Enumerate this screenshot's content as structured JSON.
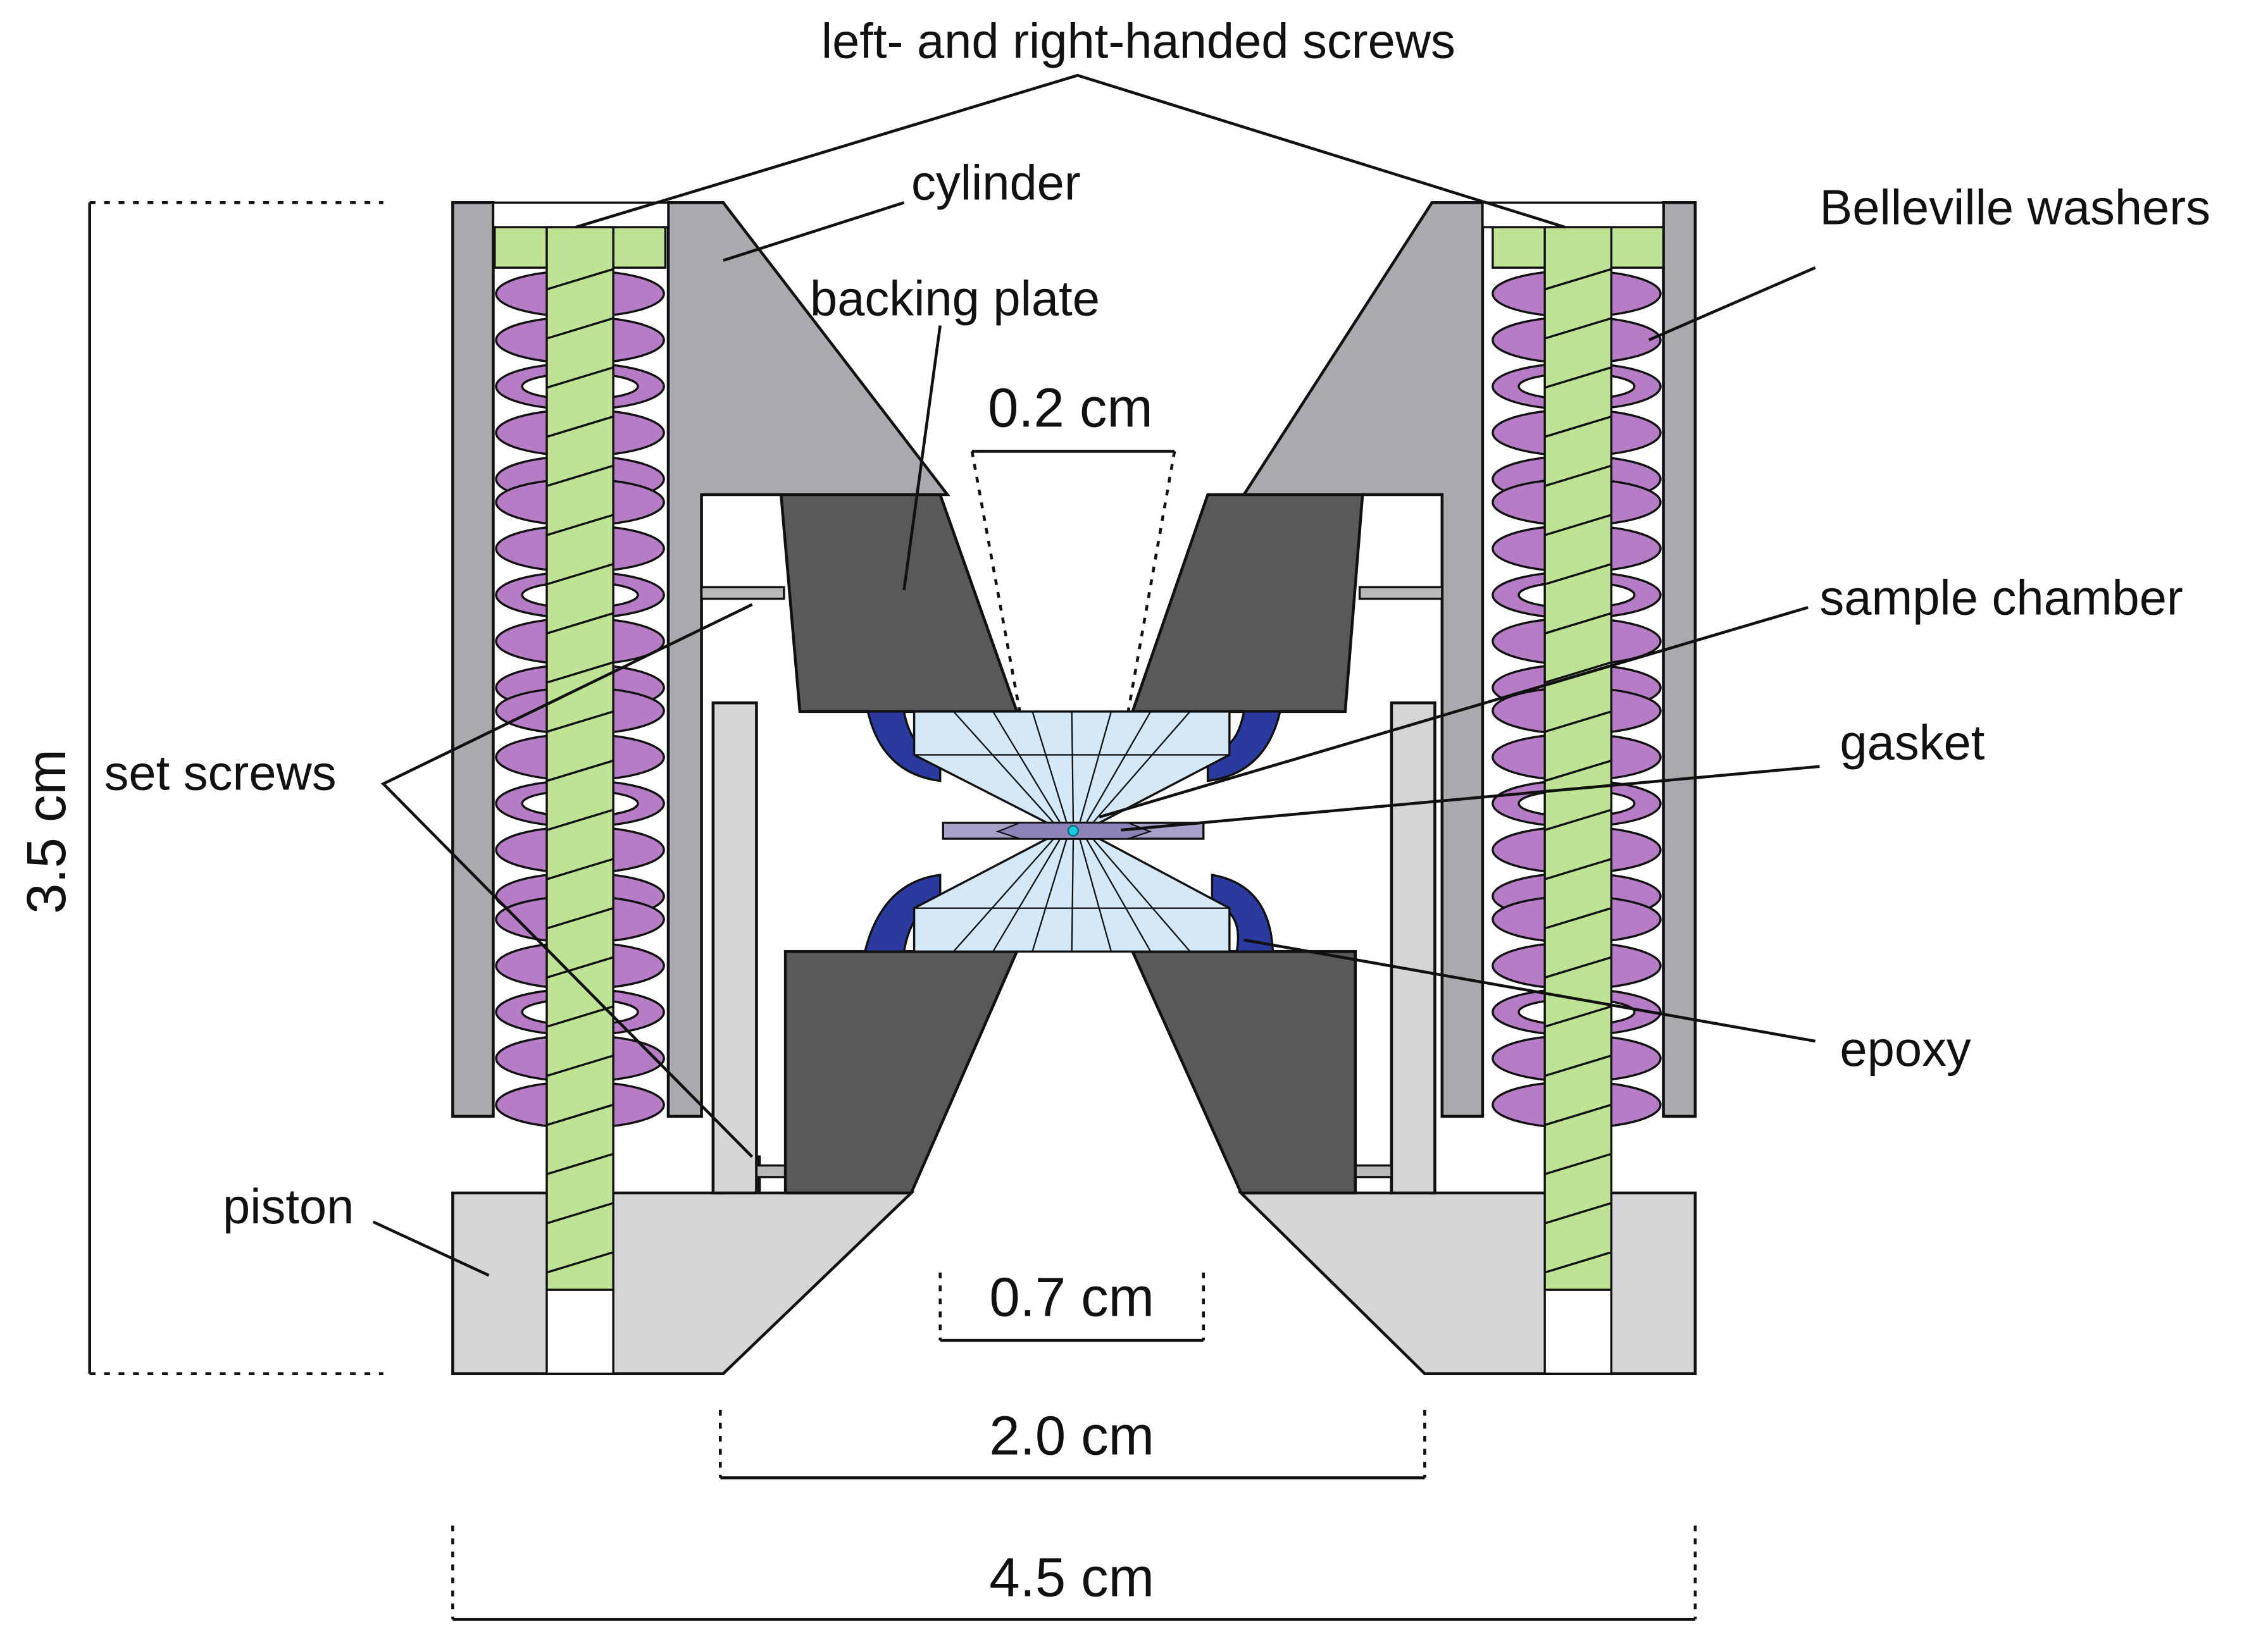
{
  "labels": {
    "screws": "left- and right-handed screws",
    "cylinder": "cylinder",
    "backing_plate": "backing plate",
    "belleville": "Belleville washers",
    "sample_chamber": "sample chamber",
    "set_screws": "set screws",
    "gasket": "gasket",
    "epoxy": "epoxy",
    "piston": "piston"
  },
  "dimensions": {
    "height": "3.5 cm",
    "culet": "0.2 cm",
    "table": "0.7 cm",
    "inner_width": "2.0 cm",
    "outer_width": "4.5 cm"
  },
  "colors": {
    "screw_green": "#bfe394",
    "washer_purple": "#b77cc6",
    "cylinder_gray": "#a8aaad",
    "piston_gray": "#d4d5d7",
    "backing_dark": "#58595b",
    "diamond_blue": "#d5e8f7",
    "epoxy_blue": "#2a3a9e",
    "gasket_lavender": "#a9a1c9",
    "sample_cyan": "#22c8e0"
  }
}
